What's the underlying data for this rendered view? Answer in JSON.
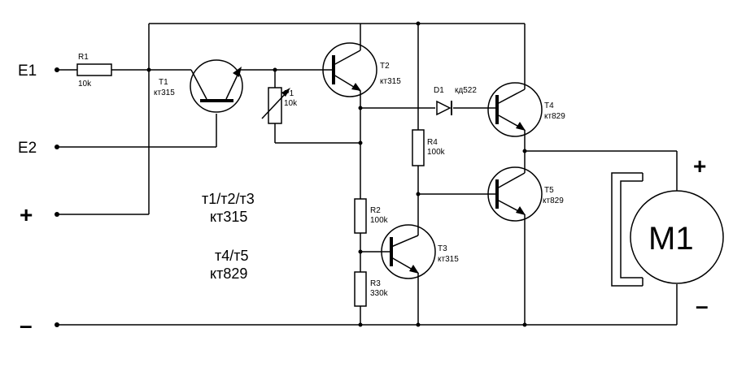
{
  "terminals": {
    "e1": "E1",
    "e2": "E2",
    "plus": "+",
    "minus": "–"
  },
  "components": {
    "r1": {
      "name": "R1",
      "value": "10k"
    },
    "t1": {
      "name": "T1",
      "type": "кт315"
    },
    "p1": {
      "name": "P1",
      "value": "10k"
    },
    "t2": {
      "name": "T2",
      "type": "кт315"
    },
    "d1": {
      "name": "D1",
      "type": "кд522"
    },
    "t4": {
      "name": "T4",
      "type": "кт829"
    },
    "r4": {
      "name": "R4",
      "value": "100k"
    },
    "t5": {
      "name": "T5",
      "type": "кт829"
    },
    "r2": {
      "name": "R2",
      "value": "100k"
    },
    "t3": {
      "name": "T3",
      "type": "кт315"
    },
    "r3": {
      "name": "R3",
      "value": "330k"
    }
  },
  "motor": {
    "label": "M1",
    "plus": "+",
    "minus": "–"
  },
  "notes": {
    "line1": "т1/т2/т3",
    "line2": "кт315",
    "line3": "т4/т5",
    "line4": "кт829"
  }
}
